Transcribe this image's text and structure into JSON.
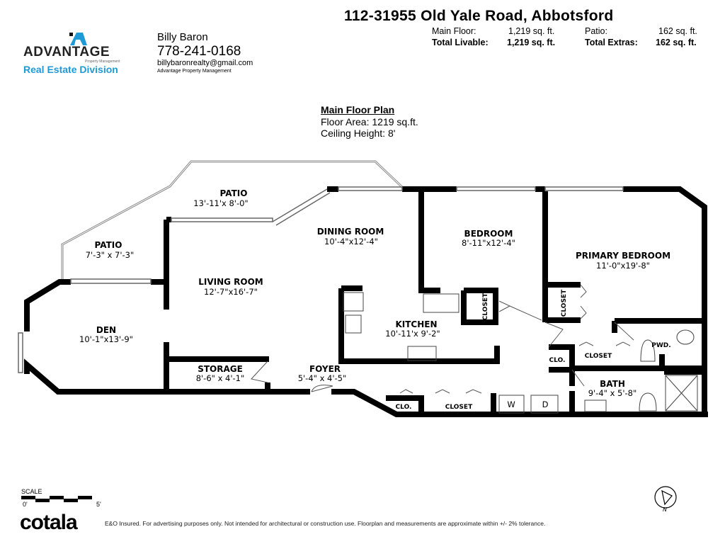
{
  "header": {
    "address": "112-31955 Old Yale Road, Abbotsford",
    "main_floor_label": "Main Floor:",
    "main_floor_value": "1,219 sq. ft.",
    "patio_label": "Patio:",
    "patio_value": "162 sq. ft.",
    "total_livable_label": "Total Livable:",
    "total_livable_value": "1,219 sq. ft.",
    "total_extras_label": "Total Extras:",
    "total_extras_value": "162 sq. ft."
  },
  "logo": {
    "word": "ADVANTAGE",
    "sub": "Property Management",
    "division": "Real Estate Division",
    "accent_color": "#1e9ad6"
  },
  "agent": {
    "name": "Billy Baron",
    "phone": "778-241-0168",
    "email": "billybaronrealty@gmail.com",
    "company": "Advantage Property Management"
  },
  "plan": {
    "title": "Main Floor Plan",
    "floor_area": "Floor Area: 1219 sq.ft.",
    "ceiling_height": "Ceiling Height: 8'"
  },
  "rooms": {
    "patio_top": {
      "name": "PATIO",
      "dims": "13'-11'x 8'-0\""
    },
    "patio_left": {
      "name": "PATIO",
      "dims": "7'-3\" x 7'-3\""
    },
    "dining": {
      "name": "DINING ROOM",
      "dims": "10'-4\"x12'-4\""
    },
    "living": {
      "name": "LIVING ROOM",
      "dims": "12'-7\"x16'-7\""
    },
    "den": {
      "name": "DEN",
      "dims": "10'-1\"x13'-9\""
    },
    "storage": {
      "name": "STORAGE",
      "dims": "8'-6\" x 4'-1\""
    },
    "foyer": {
      "name": "FOYER",
      "dims": "5'-4\" x 4'-5\""
    },
    "kitchen": {
      "name": "KITCHEN",
      "dims": "10'-11'x 9'-2\""
    },
    "bedroom": {
      "name": "BEDROOM",
      "dims": "8'-11\"x12'-4\""
    },
    "primary": {
      "name": "PRIMARY BEDROOM",
      "dims": "11'-0\"x19'-8\""
    },
    "bath": {
      "name": "BATH",
      "dims": "9'-4\" x 5'-8\""
    },
    "pwd": "PWD.",
    "closet": "CLOSET",
    "clo": "CLO.",
    "washer": "W",
    "dryer": "D"
  },
  "scale": {
    "label": "SCALE",
    "start": "0'",
    "end": "5'"
  },
  "compass": {
    "north": "N"
  },
  "footer": {
    "brand": "cotala",
    "disclaimer": "E&O Insured. For advertising purposes only. Not intended for architectural or construction use. Floorplan and measurements are approximate within +/- 2% tolerance."
  }
}
